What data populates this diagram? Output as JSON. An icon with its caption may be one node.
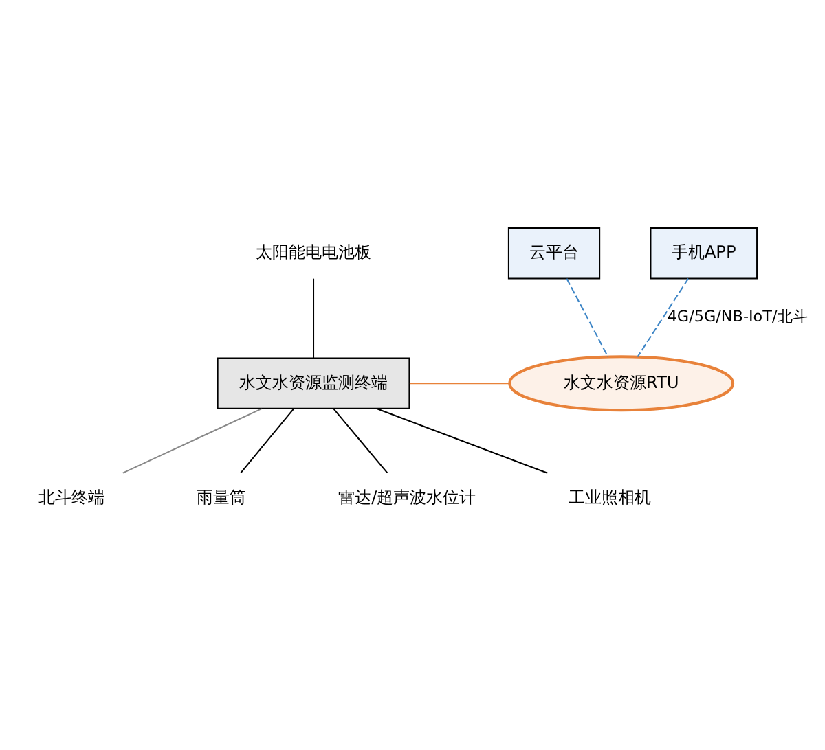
{
  "diagram": {
    "nodes": [
      {
        "text": [
          "手机APP"
        ]
      },
      {
        "text": [
          "云平台"
        ]
      },
      {
        "text": [
          "水文水资源RTU"
        ]
      },
      {
        "text": [
          "太阳能电电池板"
        ]
      },
      {
        "text": [
          "北斗终端"
        ]
      },
      {
        "text": [
          "水文水资源监测终端"
        ]
      },
      {
        "text": [
          "雨量筒"
        ]
      },
      {
        "text": [
          "雷达/超声波水位计"
        ]
      },
      {
        "text": [
          "工业照相机"
        ]
      }
    ],
    "edges": [
      {
        "from": 0,
        "to": 2,
        "arrow": "none",
        "style": "dashed",
        "color": "#3d85c6",
        "label": "4G/5G/NB-IoT/北斗"
      },
      {
        "from": 1,
        "to": 2,
        "arrow": "none",
        "style": "dashed",
        "color": "#3d85c6"
      },
      {
        "from": 3,
        "to": 5,
        "arrow": "none"
      },
      {
        "from": 5,
        "to": 4,
        "arrow": "none",
        "color": "#888888"
      },
      {
        "from": 5,
        "to": 2,
        "arrow": "none",
        "color": "#e8823a"
      },
      {
        "from": 5,
        "to": 6,
        "arrow": "none"
      },
      {
        "from": 5,
        "to": 7,
        "arrow": "none"
      },
      {
        "from": 5,
        "to": 8,
        "arrow": "none"
      }
    ]
  }
}
